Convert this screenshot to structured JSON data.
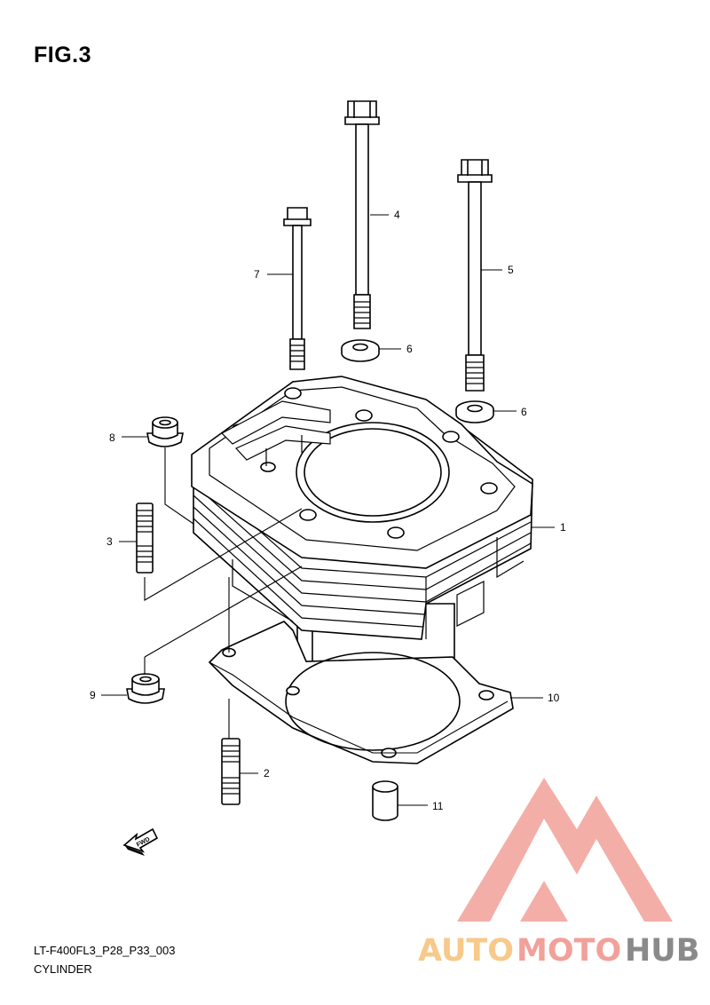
{
  "figure": {
    "title": "FIG.3",
    "code": "LT-F400FL3_P28_P33_003",
    "name": "CYLINDER"
  },
  "callouts": {
    "c1": "1",
    "c2": "2",
    "c3": "3",
    "c4": "4",
    "c5": "5",
    "c6a": "6",
    "c6b": "6",
    "c7": "7",
    "c8": "8",
    "c9": "9",
    "c10": "10",
    "c11": "11"
  },
  "fwd_label": "FWD",
  "watermark": {
    "auto": "AUTO",
    "moto": "MOTO",
    "hub": "HUB",
    "colors": {
      "auto": "#f7c98a",
      "moto": "#f2a09a",
      "hub": "#8a8a8a",
      "logo": "#f2a09a"
    }
  }
}
